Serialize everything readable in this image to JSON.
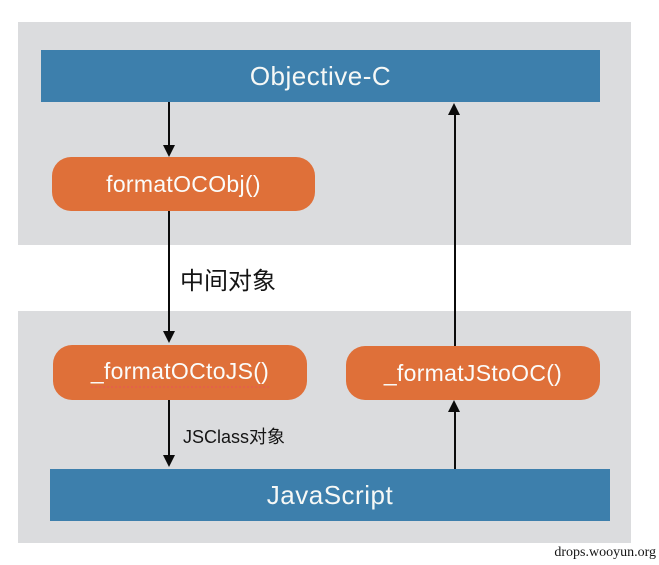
{
  "diagram": {
    "nodes": {
      "objective_c": "Objective-C",
      "format_oc_obj": "formatOCObj()",
      "format_oc_to_js": "_formatOCtoJS()",
      "format_js_to_oc": "_formatJStoOC()",
      "javascript": "JavaScript"
    },
    "edge_labels": {
      "intermediate_object": "中间对象",
      "jsclass_object": "JSClass对象"
    },
    "watermark": "drops.wooyun.org",
    "colors": {
      "panel_gray": "#dbdcde",
      "bar_blue": "#3d7fac",
      "pill_orange": "#df7039",
      "arrow_black": "#0b0b0b",
      "text_on_fill": "#f6f8f6"
    }
  }
}
